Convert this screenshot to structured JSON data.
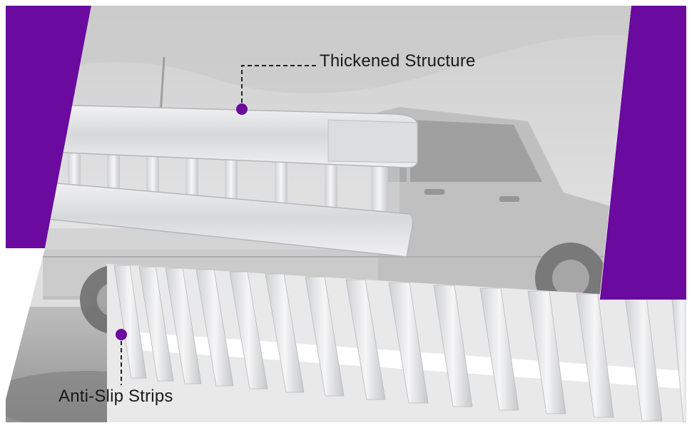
{
  "colors": {
    "accent_purple": "#6a0a9e",
    "sky_gray": "#d9d9d9",
    "aluminum": "#e9e9ea",
    "callout_line": "#222222"
  },
  "callouts": {
    "top": {
      "label": "Thickened Structure"
    },
    "bottom": {
      "label": "Anti-Slip Strips"
    }
  },
  "image": {
    "subjects": [
      "pickup-truck",
      "aluminum-ramp-side-rail",
      "aluminum-ramp-rungs"
    ]
  }
}
